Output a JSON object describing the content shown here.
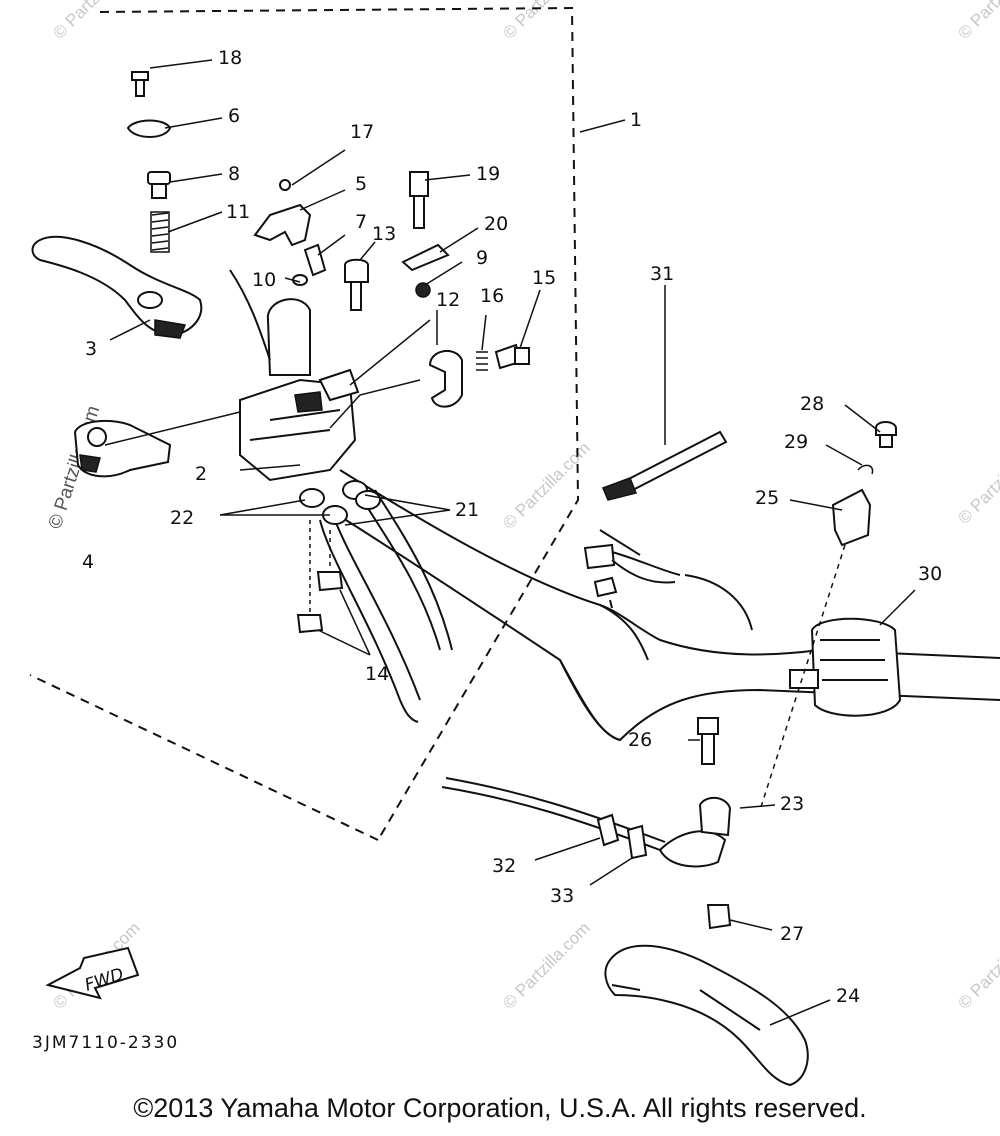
{
  "diagram": {
    "callouts": {
      "c1": "1",
      "c2": "2",
      "c3": "3",
      "c4": "4",
      "c5": "5",
      "c6": "6",
      "c7": "7",
      "c8": "8",
      "c9": "9",
      "c10": "10",
      "c11": "11",
      "c12": "12",
      "c13": "13",
      "c14": "14",
      "c15": "15",
      "c16": "16",
      "c17": "17",
      "c18": "18",
      "c19": "19",
      "c20": "20",
      "c21": "21",
      "c22": "22",
      "c23": "23",
      "c24": "24",
      "c25": "25",
      "c26": "26",
      "c27": "27",
      "c28": "28",
      "c29": "29",
      "c30": "30",
      "c31": "31",
      "c32": "32",
      "c33": "33"
    },
    "fwd_label": "FWD",
    "drawing_code": "3JM7110-2330",
    "watermark": "© Partzilla.com"
  },
  "footer": {
    "copyright": "©2013 Yamaha Motor Corporation, U.S.A. All rights reserved."
  }
}
